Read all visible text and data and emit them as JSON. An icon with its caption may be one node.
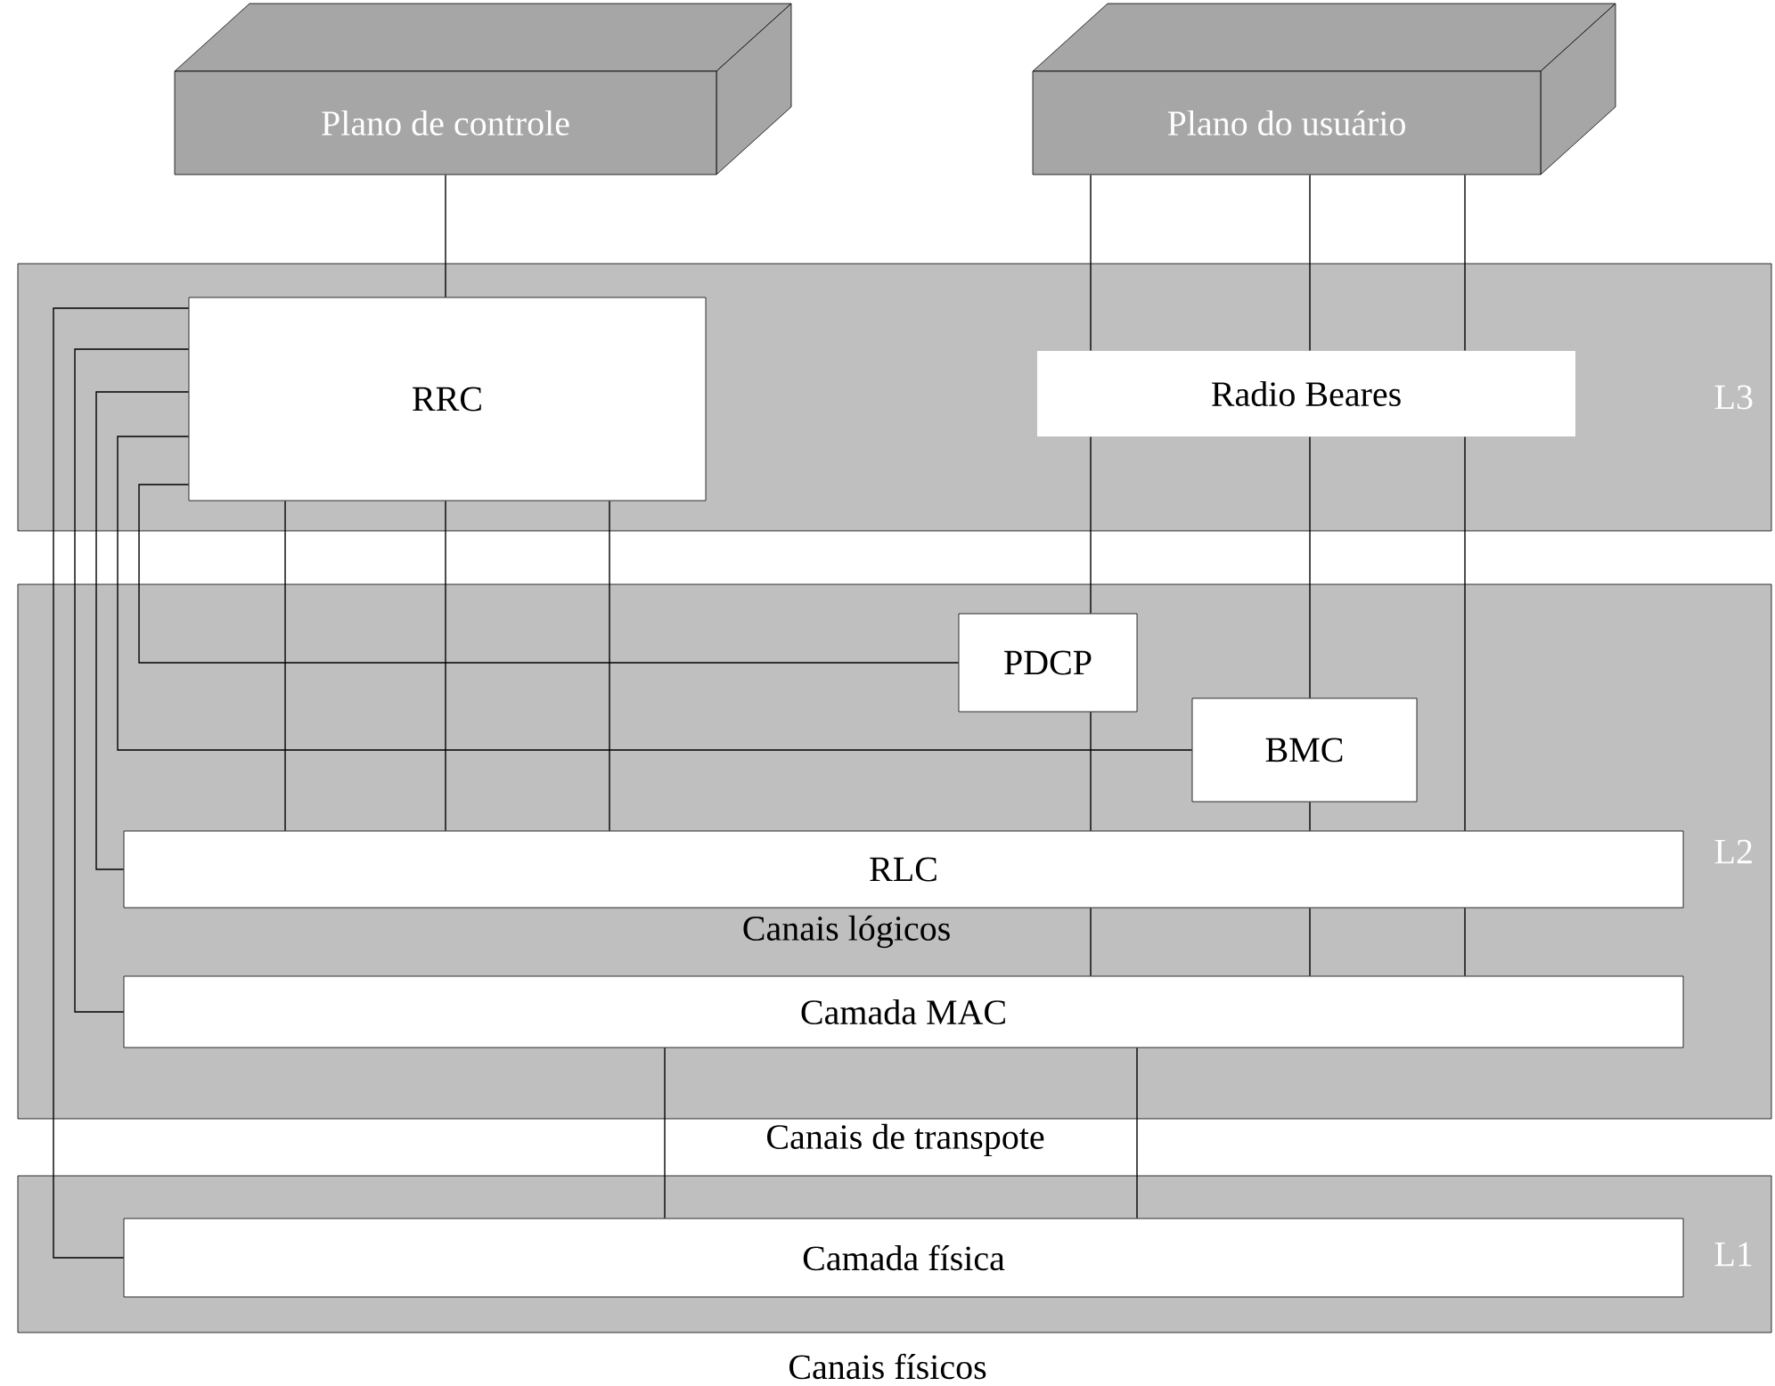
{
  "diagram": {
    "nodes": [
      {
        "text": [
          "Plano de controle"
        ]
      },
      {
        "text": [
          "Plano do usuário"
        ]
      },
      {
        "text": [
          "L3"
        ]
      },
      {
        "text": [
          "RRC"
        ],
        "in": 2
      },
      {
        "text": [
          "Radio Beares"
        ],
        "in": 2
      },
      {
        "text": [
          "L2"
        ]
      },
      {
        "text": [
          "PDCP"
        ],
        "in": 5
      },
      {
        "text": [
          "BMC"
        ],
        "in": 5
      },
      {
        "text": [
          "RLC"
        ],
        "in": 5
      },
      {
        "text": [
          "Camada MAC"
        ],
        "in": 5
      },
      {
        "text": [
          "L1"
        ]
      },
      {
        "text": [
          "Camada física"
        ],
        "in": 10
      }
    ],
    "edges": [
      {
        "from": 0,
        "to": 3,
        "arrow": "none"
      },
      {
        "from": 1,
        "to": 4,
        "arrow": "none"
      },
      {
        "from": 1,
        "to": 4,
        "arrow": "none"
      },
      {
        "from": 1,
        "to": 4,
        "arrow": "none"
      },
      {
        "from": 4,
        "to": 6,
        "arrow": "none"
      },
      {
        "from": 4,
        "to": 7,
        "arrow": "none"
      },
      {
        "from": 4,
        "to": 8,
        "arrow": "none"
      },
      {
        "from": 6,
        "to": 8,
        "arrow": "none"
      },
      {
        "from": 7,
        "to": 8,
        "arrow": "none"
      },
      {
        "from": 3,
        "to": 8,
        "arrow": "none"
      },
      {
        "from": 3,
        "to": 8,
        "arrow": "none"
      },
      {
        "from": 3,
        "to": 8,
        "arrow": "none"
      },
      {
        "from": 8,
        "to": 9,
        "arrow": "none"
      },
      {
        "from": 8,
        "to": 9,
        "arrow": "none"
      },
      {
        "from": 8,
        "to": 9,
        "arrow": "none"
      },
      {
        "from": 9,
        "to": 11,
        "arrow": "none"
      },
      {
        "from": 9,
        "to": 11,
        "arrow": "none"
      },
      {
        "from": 3,
        "to": 11,
        "arrow": "none"
      },
      {
        "from": 3,
        "to": 9,
        "arrow": "none"
      },
      {
        "from": 3,
        "to": 8,
        "arrow": "none"
      },
      {
        "from": 3,
        "to": 7,
        "arrow": "none"
      },
      {
        "from": 3,
        "to": 6,
        "arrow": "none"
      }
    ],
    "labels": [
      "Canais lógicos",
      "Canais de transpote",
      "Canais físicos"
    ]
  }
}
